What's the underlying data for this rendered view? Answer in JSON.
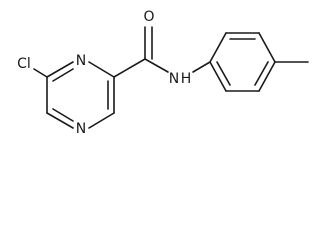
{
  "molecule": {
    "atoms": {
      "cl": "Cl",
      "n_top": "N",
      "n_bottom": "N",
      "o": "O",
      "nh": "N",
      "h": "H"
    }
  }
}
